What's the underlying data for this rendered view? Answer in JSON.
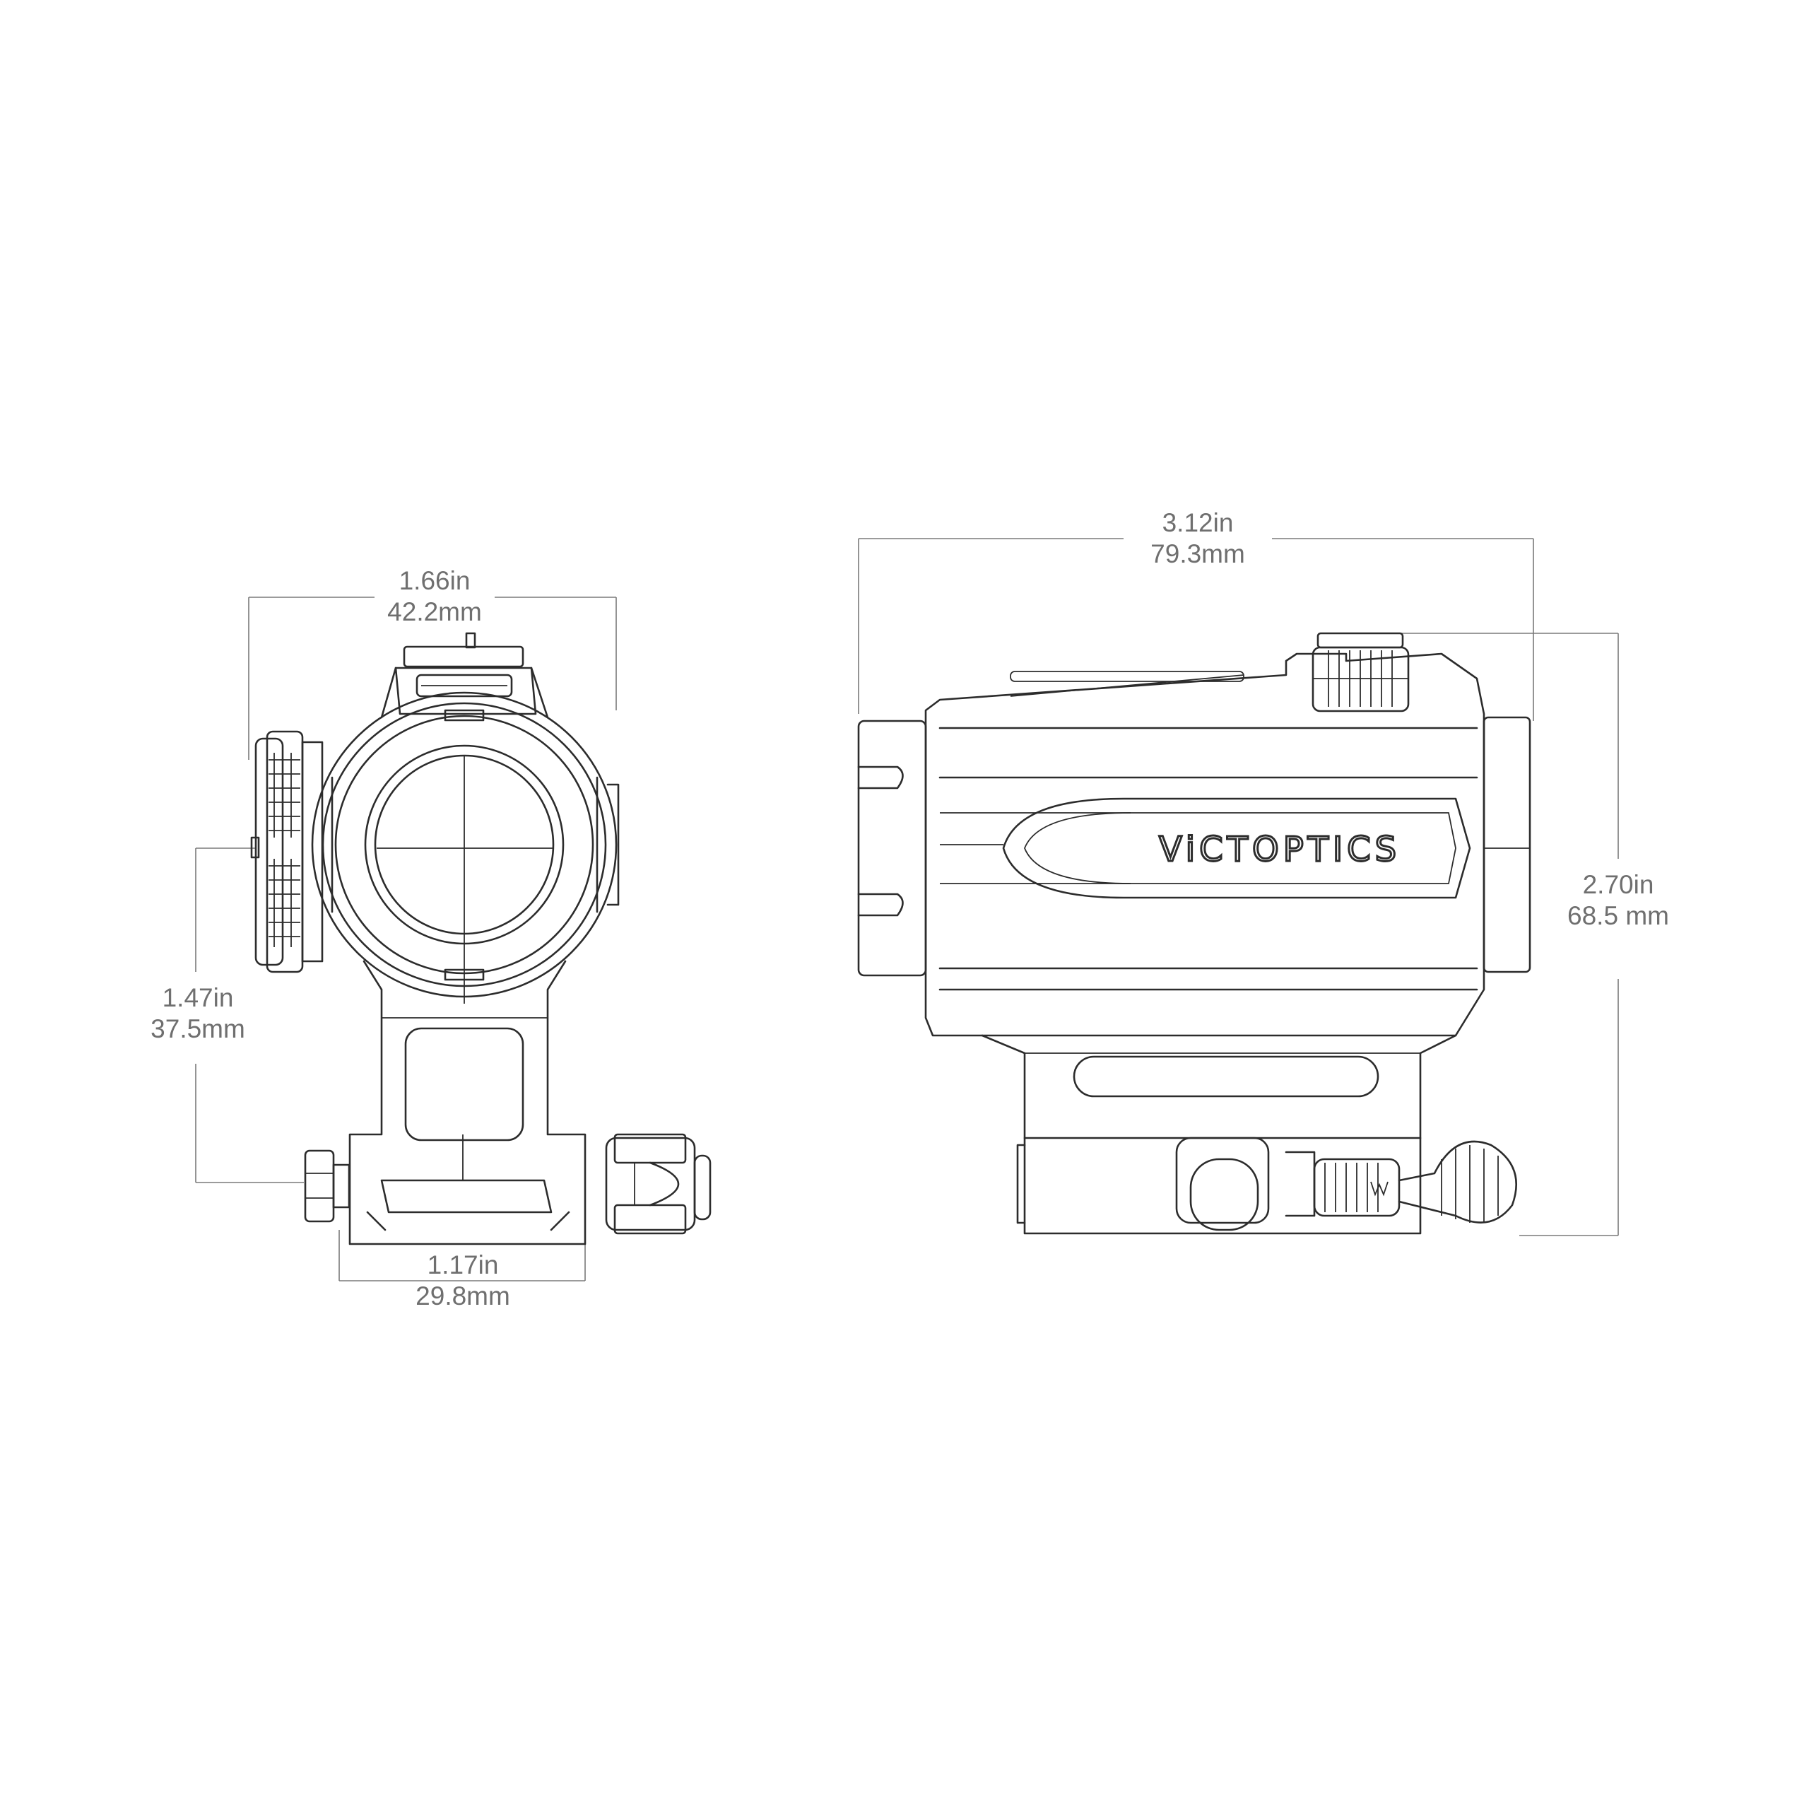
{
  "brand": {
    "logo_text": "ViCTOPTICS"
  },
  "front_view": {
    "width_dim": {
      "imperial": "1.66in",
      "metric": "42.2mm"
    },
    "height_dim": {
      "imperial": "1.47in",
      "metric": "37.5mm"
    },
    "base_dim": {
      "imperial": "1.17in",
      "metric": "29.8mm"
    }
  },
  "side_view": {
    "length_dim": {
      "imperial": "3.12in",
      "metric": "79.3mm"
    },
    "height_dim": {
      "imperial": "2.70in",
      "metric": "68.5 mm"
    }
  },
  "colors": {
    "line": "#2c2c2c",
    "dimension_text": "#6f6f6f",
    "background": "#ffffff"
  }
}
